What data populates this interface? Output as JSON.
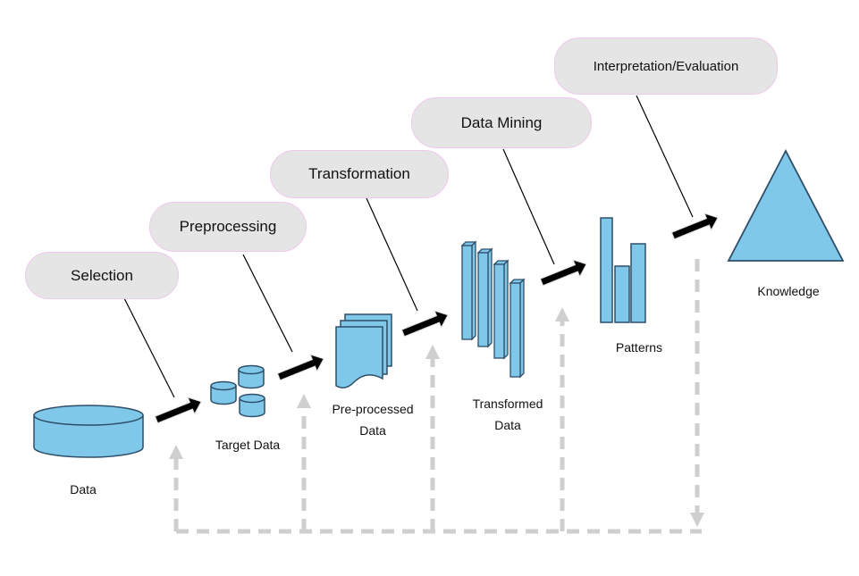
{
  "steps": {
    "selection": "Selection",
    "preprocessing": "Preprocessing",
    "transformation": "Transformation",
    "data_mining": "Data Mining",
    "interpretation": "Interpretation/Evaluation"
  },
  "artifacts": {
    "data": "Data",
    "target_data": "Target Data",
    "preprocessed_line1": "Pre-processed",
    "preprocessed_line2": "Data",
    "transformed_line1": "Transformed",
    "transformed_line2": "Data",
    "patterns": "Patterns",
    "knowledge": "Knowledge"
  },
  "colors": {
    "shape_fill": "#7fc8e9",
    "shape_stroke": "#2f4e69",
    "pill_fill": "#e5e5e5",
    "pill_border": "#efc8ee",
    "feedback_dash": "#cfcfcf",
    "arrow_fill": "#000000"
  }
}
